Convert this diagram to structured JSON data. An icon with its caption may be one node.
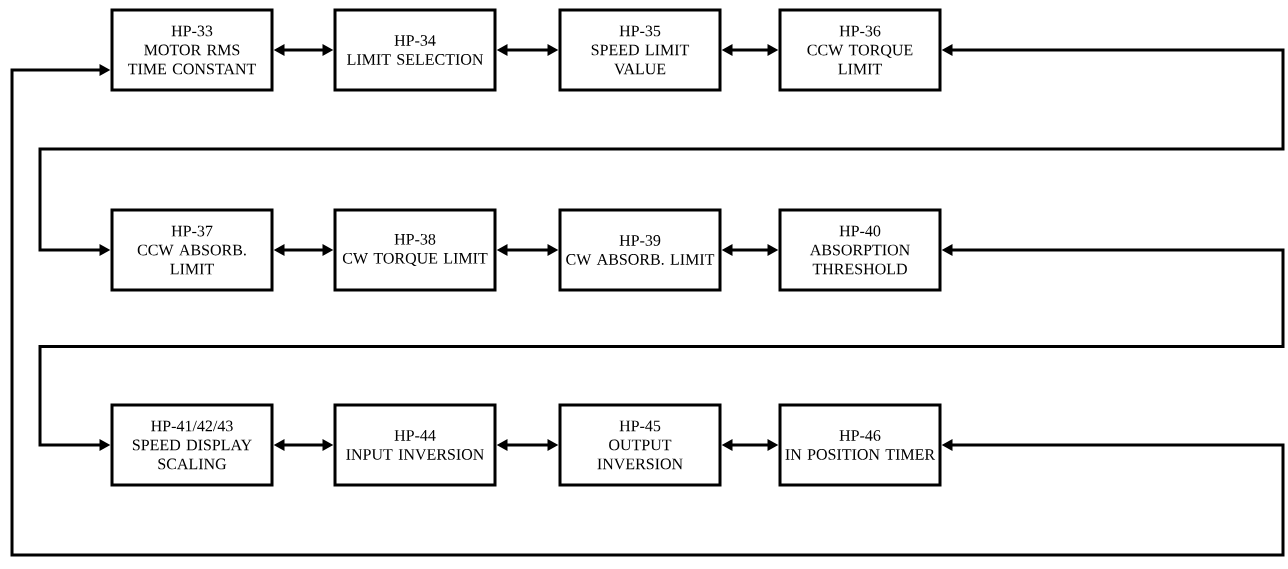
{
  "diagram": {
    "nodes": [
      {
        "text": [
          "HP-33",
          "MOTOR RMS TIME CONSTANT"
        ]
      },
      {
        "text": [
          "HP-34",
          "LIMIT SELECTION"
        ]
      },
      {
        "text": [
          "HP-35",
          "SPEED LIMIT VALUE"
        ]
      },
      {
        "text": [
          "HP-36",
          "CCW TORQUE LIMIT"
        ]
      },
      {
        "text": [
          "HP-37",
          "CCW ABSORB. LIMIT"
        ]
      },
      {
        "text": [
          "HP-38",
          "CW TORQUE LIMIT"
        ]
      },
      {
        "text": [
          "HP-39",
          "CW ABSORB. LIMIT"
        ]
      },
      {
        "text": [
          "HP-40",
          "ABSORPTION THRESHOLD"
        ]
      },
      {
        "text": [
          "HP-41/42/43",
          "SPEED DISPLAY SCALING"
        ]
      },
      {
        "text": [
          "HP-44",
          "INPUT INVERSION"
        ]
      },
      {
        "text": [
          "HP-45",
          "OUTPUT INVERSION"
        ]
      },
      {
        "text": [
          "HP-46",
          "IN POSITION TIMER"
        ]
      }
    ],
    "edges": [
      {
        "from": 0,
        "to": 1,
        "arrow": "both"
      },
      {
        "from": 1,
        "to": 2,
        "arrow": "both"
      },
      {
        "from": 2,
        "to": 3,
        "arrow": "both"
      },
      {
        "from": 3,
        "to": 4,
        "arrow": "both"
      },
      {
        "from": 4,
        "to": 5,
        "arrow": "both"
      },
      {
        "from": 5,
        "to": 6,
        "arrow": "both"
      },
      {
        "from": 6,
        "to": 7,
        "arrow": "both"
      },
      {
        "from": 7,
        "to": 8,
        "arrow": "both"
      },
      {
        "from": 8,
        "to": 9,
        "arrow": "both"
      },
      {
        "from": 9,
        "to": 10,
        "arrow": "both"
      },
      {
        "from": 10,
        "to": 11,
        "arrow": "both"
      },
      {
        "from": 11,
        "to": 0,
        "arrow": "both"
      }
    ]
  }
}
